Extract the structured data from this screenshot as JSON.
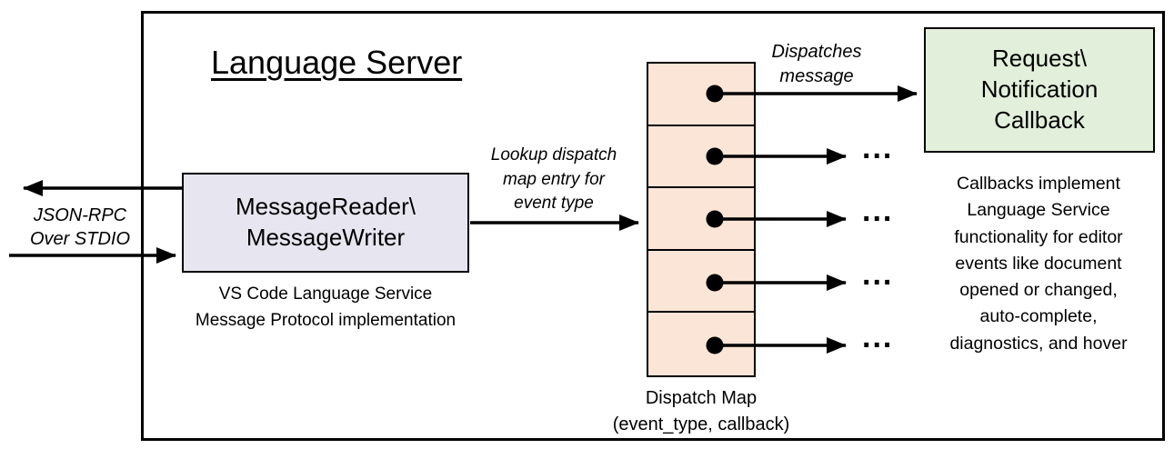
{
  "diagram": {
    "title": "Language Server",
    "left_io": {
      "label": "JSON-RPC\nOver STDIO"
    },
    "message_box": {
      "label": "MessageReader\\\nMessageWriter",
      "caption": "VS Code Language Service\nMessage Protocol implementation"
    },
    "lookup_label": "Lookup dispatch\nmap entry for\nevent type",
    "dispatches_label": "Dispatches\nmessage",
    "callback_box": {
      "label": "Request\\\nNotification\nCallback"
    },
    "callbacks_note": "Callbacks implement\nLanguage Service\nfunctionality for editor\nevents like document\nopened or changed,\nauto-complete,\ndiagnostics, and hover",
    "dispatch_map": {
      "caption": "Dispatch Map\n(event_type, callback)",
      "rows": 5
    },
    "ellipsis": "...",
    "colors": {
      "message_box_fill": "#e7e6f0",
      "dispatch_cell_fill": "#fbe5d6",
      "callback_box_fill": "#e2efda",
      "stroke": "#000000"
    }
  }
}
